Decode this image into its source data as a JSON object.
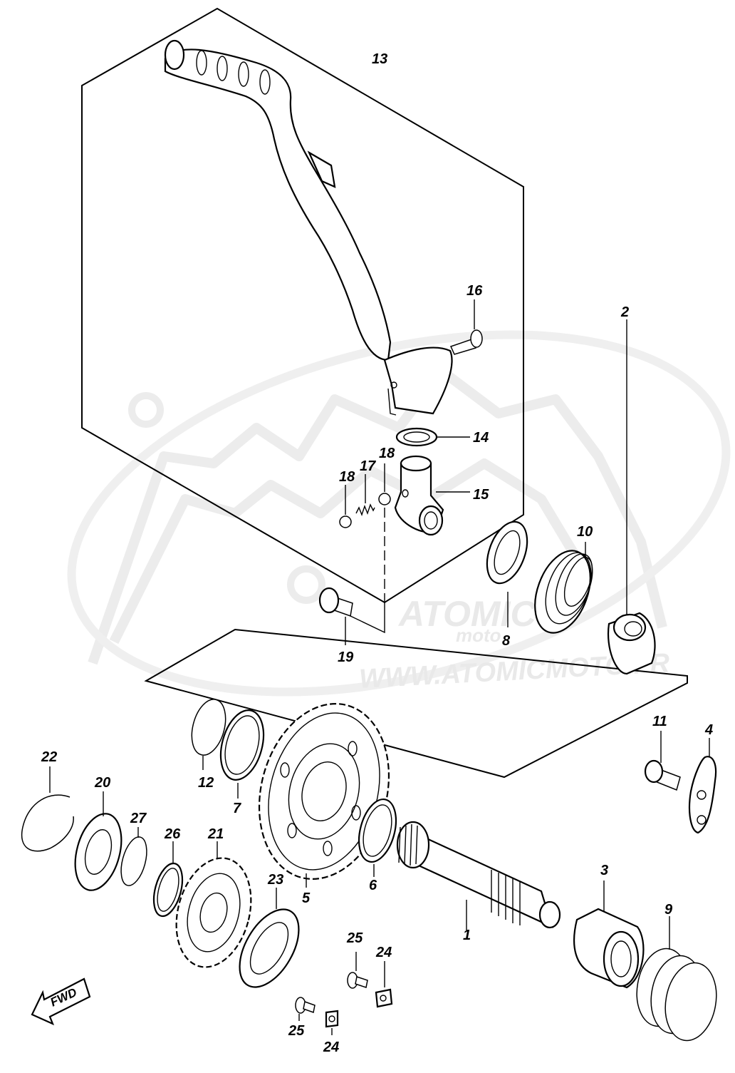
{
  "watermark": {
    "brand": "ATOMIC",
    "tagline": "moto",
    "url": "WWW.ATOMICMOTO.FR"
  },
  "fwd_label": "FWD",
  "callouts": {
    "p1": "1",
    "p2": "2",
    "p3": "3",
    "p4": "4",
    "p5": "5",
    "p6": "6",
    "p7": "7",
    "p8": "8",
    "p9": "9",
    "p10": "10",
    "p11": "11",
    "p12": "12",
    "p13": "13",
    "p14": "14",
    "p15": "15",
    "p16": "16",
    "p17": "17",
    "p18a": "18",
    "p18b": "18",
    "p19": "19",
    "p20": "20",
    "p21": "21",
    "p22": "22",
    "p23": "23",
    "p24a": "24",
    "p24b": "24",
    "p25a": "25",
    "p25b": "25",
    "p26": "26",
    "p27": "27"
  }
}
